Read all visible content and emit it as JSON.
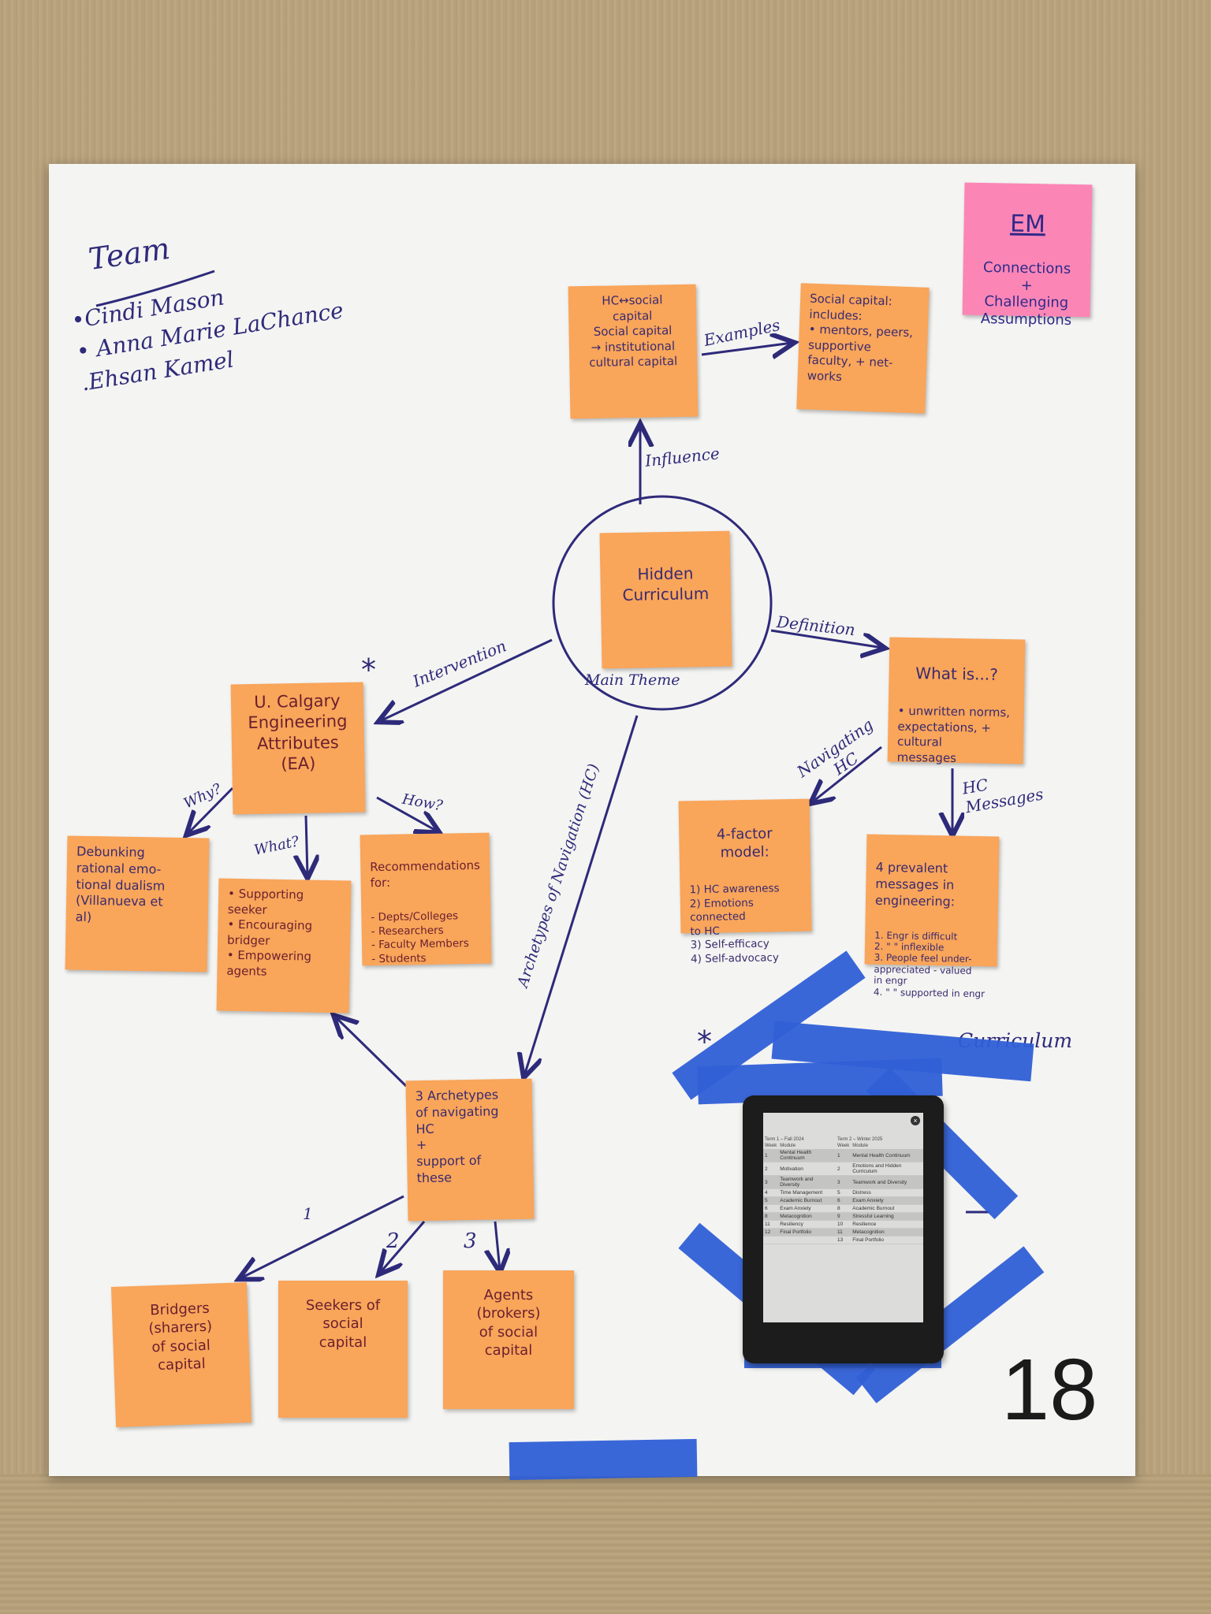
{
  "team": {
    "heading": "Team",
    "members": [
      "•Cindi Mason",
      "• Anna Marie LaChance",
      ".Ehsan Kamel"
    ]
  },
  "em_note": {
    "title": "EM",
    "lines": "Connections\n+\nChallenging\nAssumptions"
  },
  "center": {
    "note": "Hidden\nCurriculum",
    "caption": "Main Theme"
  },
  "notes": {
    "hc_social": "HC↔social\ncapital\nSocial capital\n→ institutional\ncultural capital",
    "social_includes": "Social capital:\nincludes:\n• mentors, peers,\nsupportive\nfaculty, + net-\nworks",
    "what_is_title": "What is...?",
    "what_is_body": "• unwritten norms,\nexpectations, +\ncultural\nmessages",
    "four_factor_title": "4-factor\nmodel:",
    "four_factor_body": "1) HC awareness\n2) Emotions connected\n   to HC\n3) Self-efficacy\n4) Self-advocacy",
    "prevalent_title": "4 prevalent\nmessages in\nengineering:",
    "prevalent_body": "1. Engr is difficult\n2. \" \" inflexible\n3. People feel under-\n   appreciated - valued\n   in engr\n4. \" \" supported in engr",
    "ucalgary": "U. Calgary\nEngineering\nAttributes\n(EA)",
    "debunking": "Debunking\nrational emo-\ntional dualism\n(Villanueva et\nal)",
    "supporting": "• Supporting\nseeker\n• Encouraging\nbridger\n• Empowering\nagents",
    "recommendations_title": "Recommendations\nfor:",
    "recommendations_body": "- Depts/Colleges\n- Researchers\n- Faculty Members\n- Students",
    "archetypes": "3 Archetypes\nof navigating\nHC\n+\nsupport of\nthese",
    "bridgers": "Bridgers\n(sharers)\nof social\ncapital",
    "seekers": "Seekers of\nsocial\ncapital",
    "agents": "Agents\n(brokers)\nof social\ncapital"
  },
  "labels": {
    "examples": "Examples",
    "influence": "Influence",
    "definition": "Definition",
    "intervention": "Intervention",
    "navigating_hc": "Navigating\nHC",
    "hc_messages": "HC\nMessages",
    "archetypes_nav": "Archetypes of Navigation (HC)",
    "why": "Why?",
    "how": "How?",
    "what": "What?",
    "n1": "1",
    "n2": "2",
    "n3": "3",
    "asterisk": "*",
    "curriculum": "Curriculum"
  },
  "tablet": {
    "headers": [
      "Week",
      "Module",
      "Week",
      "Module"
    ],
    "term1": "Term 1 – Fall 2024",
    "term2": "Term 2 – Winter 2025",
    "rows": [
      [
        "1",
        "Mental Health Continuum",
        "1",
        "Mental Health Continuum"
      ],
      [
        "2",
        "Motivation",
        "2",
        "Emotions and Hidden Curriculum"
      ],
      [
        "3",
        "Teamwork and Diversity",
        "3",
        "Teamwork and Diversity"
      ],
      [
        "4",
        "Time Management",
        "5",
        "Distress"
      ],
      [
        "5",
        "Academic Burnout",
        "6",
        "Exam Anxiety"
      ],
      [
        "6",
        "Exam Anxiety",
        "8",
        "Academic Burnout"
      ],
      [
        "8",
        "Metacognition",
        "9",
        "Stressful Learning"
      ],
      [
        "11",
        "Resiliency",
        "10",
        "Resilience"
      ],
      [
        "12",
        "Final Portfolio",
        "11",
        "Metacognition"
      ],
      [
        "",
        "",
        "13",
        "Final Portfolio"
      ]
    ]
  },
  "page_number": "18",
  "colors": {
    "ink": "#2e2a7a",
    "sticky": "#f9a55a",
    "pink": "#fb86b6",
    "tape": "#2f5fd6"
  }
}
